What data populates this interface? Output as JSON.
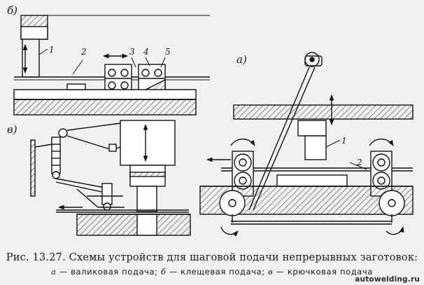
{
  "figure": {
    "panel_labels": {
      "a": "а)",
      "b": "б)",
      "c": "в)"
    },
    "callouts_b": [
      "1",
      "2",
      "3",
      "4",
      "5"
    ],
    "callouts_a": [
      "1",
      "2"
    ]
  },
  "caption": {
    "title": "Рис. 13.27. Схемы устройств для шаговой подачи непрерывных заготовок:",
    "legend": [
      {
        "key": "а",
        "text": "— валиковая подача;"
      },
      {
        "key": "б",
        "text": "— клещевая подача;"
      },
      {
        "key": "в",
        "text": "— крючковая подача"
      }
    ]
  },
  "watermark": "autowelding.ru"
}
